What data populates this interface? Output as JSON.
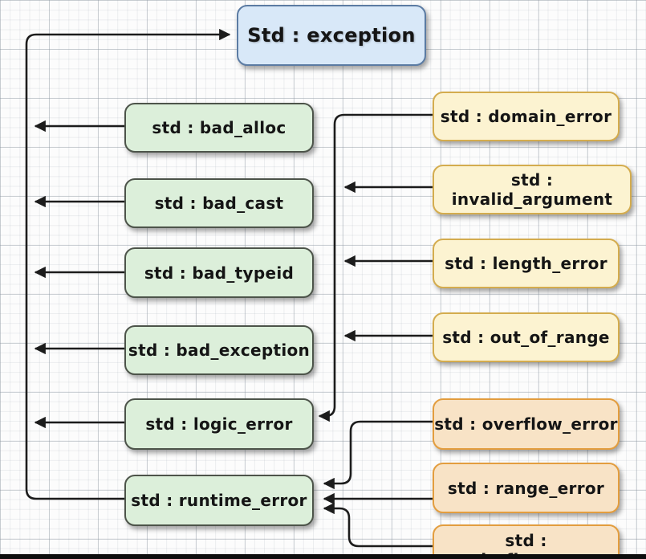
{
  "diagram": {
    "root": {
      "label": "Std : exception"
    },
    "green_nodes": {
      "bad_alloc": {
        "label": "std : bad_alloc"
      },
      "bad_cast": {
        "label": "std : bad_cast"
      },
      "bad_typeid": {
        "label": "std : bad_typeid"
      },
      "bad_exception": {
        "label": "std : bad_exception"
      },
      "logic_error": {
        "label": "std : logic_error"
      },
      "runtime_error": {
        "label": "std : runtime_error"
      }
    },
    "yellow_nodes": {
      "domain_error": {
        "label": "std : domain_error"
      },
      "invalid_argument": {
        "label": "std : invalid_argument"
      },
      "length_error": {
        "label": "std : length_error"
      },
      "out_of_range": {
        "label": "std : out_of_range"
      }
    },
    "orange_nodes": {
      "overflow_error": {
        "label": "std : overflow_error"
      },
      "range_error": {
        "label": "std : range_error"
      },
      "underflow_error": {
        "label": "std : underflow_error"
      }
    }
  },
  "colors": {
    "canvas_bg": "#fcfcfc",
    "connector": "#1c1c1c",
    "node_blue_bg": "#d8e8f8",
    "node_blue_border": "#5b7ba3",
    "node_green_bg": "#dcefda",
    "node_green_border": "#4d544a",
    "node_yellow_bg": "#fcf3d1",
    "node_yellow_border": "#d4ac4e",
    "node_orange_bg": "#f8e3c6",
    "node_orange_border": "#e39d3e"
  }
}
